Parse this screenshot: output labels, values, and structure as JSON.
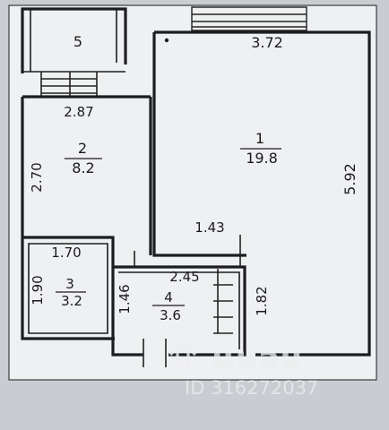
{
  "rooms": [
    {
      "number": "5",
      "area": ""
    },
    {
      "number": "1",
      "area": "19.8"
    },
    {
      "number": "2",
      "area": "8.2"
    },
    {
      "number": "3",
      "area": "3.2"
    },
    {
      "number": "4",
      "area": "3.6"
    }
  ],
  "dimensions": {
    "room1_top": "3.72",
    "room1_right": "5.92",
    "room2_top": "2.87",
    "room2_left": "2.70",
    "corridor": "1.43",
    "room3_top": "1.70",
    "room3_left": "1.90",
    "room4_top": "2.45",
    "room4_left": "1.46",
    "room4_right": "1.82"
  },
  "watermark": {
    "brand": "циан",
    "id": "ID 316272037"
  }
}
